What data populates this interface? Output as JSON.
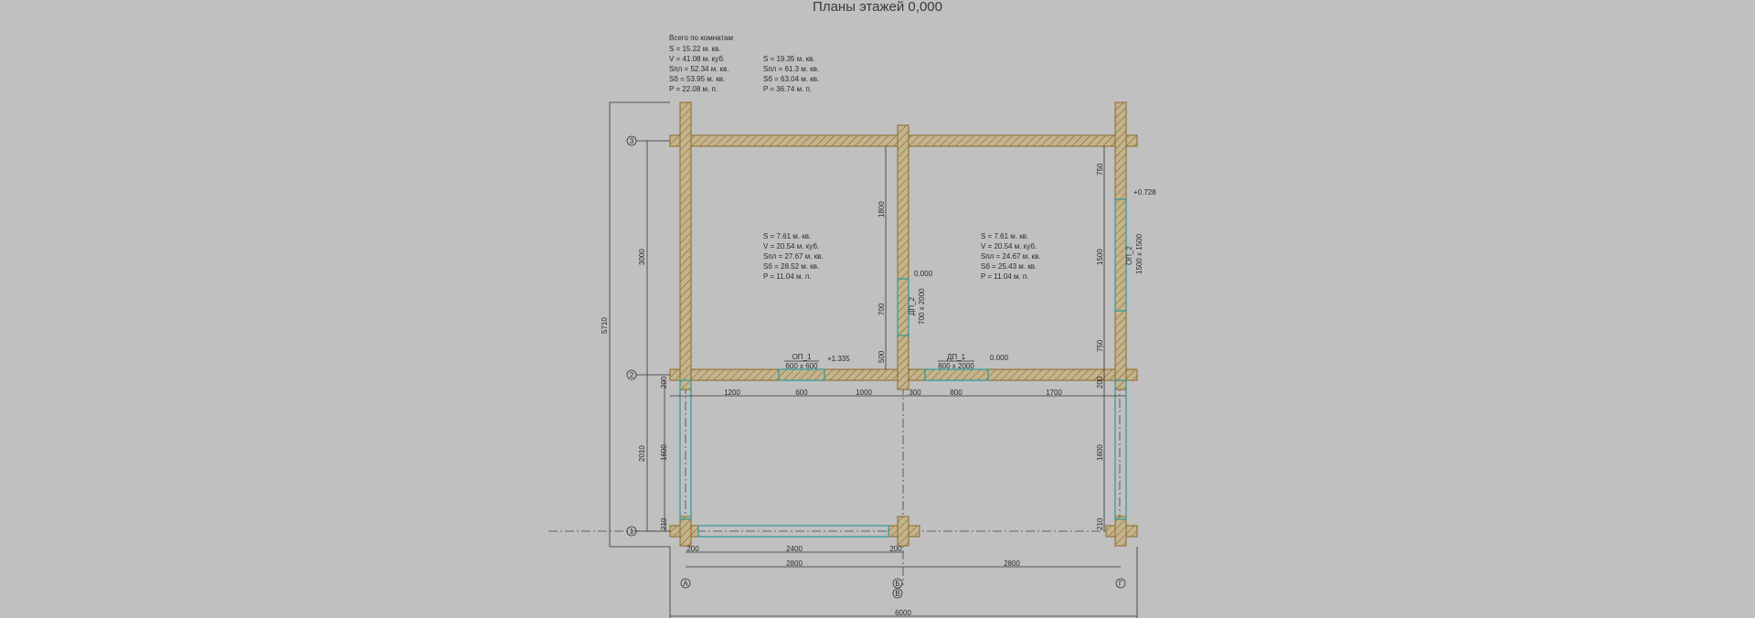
{
  "title": "Планы этажей 0,000",
  "summary": {
    "heading": "Всего по комнатам",
    "col1": [
      "S    =   15.22 м. кв.",
      "V    =   41.08 м. куб.",
      "Sпл  =   52.34 м. кв.",
      "Sб   =   53.95 м. кв.",
      "P    =   22.08 м. п."
    ],
    "col2": [
      "S    = 19.35 м. кв.",
      "Sпл = 61.3 м. кв.",
      "Sб  = 63.04 м. кв.",
      "P    = 36.74 м. п."
    ]
  },
  "rooms": [
    {
      "lines": [
        "S    = 7.61 м. кв.",
        "V    = 20.54 м. куб.",
        "Sпл = 27.67 м. кв.",
        "Sб  = 28.52 м. кв.",
        "P    = 11.04 м. п."
      ]
    },
    {
      "lines": [
        "S    = 7.61 м. кв.",
        "V    = 20.54 м. куб.",
        "Sпл = 24.67 м. кв.",
        "Sб  = 25.43 м. кв.",
        "P    = 11.04 м. п."
      ]
    }
  ],
  "openings": {
    "op1": {
      "name": "ОП_1",
      "size": "600 x 600",
      "level": "+1.335"
    },
    "dp1": {
      "name": "ДП_1",
      "size": "800 x 2000",
      "level": "0.000"
    },
    "dp2": {
      "name": "ДП_2",
      "size": "700 x 2000",
      "level": "0.000"
    },
    "op2": {
      "name": "ОП_2",
      "size": "1500 x 1500",
      "level": "+0.728"
    }
  },
  "axes": {
    "rows": [
      "3",
      "2",
      "1"
    ],
    "cols": [
      "А",
      "Б",
      "В",
      "Г"
    ]
  },
  "dims": {
    "left": {
      "total": "5710",
      "upper": "3000",
      "lower": "2010",
      "d1600": "1600",
      "d200": "200",
      "d210": "210"
    },
    "middle": {
      "d1800": "1800",
      "d700": "700",
      "d500": "500"
    },
    "right": {
      "d750a": "750",
      "d1500": "1500",
      "d750b": "750",
      "d200": "200",
      "d1600": "1600",
      "d210": "210"
    },
    "row1": [
      "1200",
      "600",
      "1000",
      "300",
      "800",
      "1700"
    ],
    "row2": [
      "200",
      "2400",
      "200"
    ],
    "row3": [
      "2800",
      "2800"
    ],
    "total": "6000"
  }
}
